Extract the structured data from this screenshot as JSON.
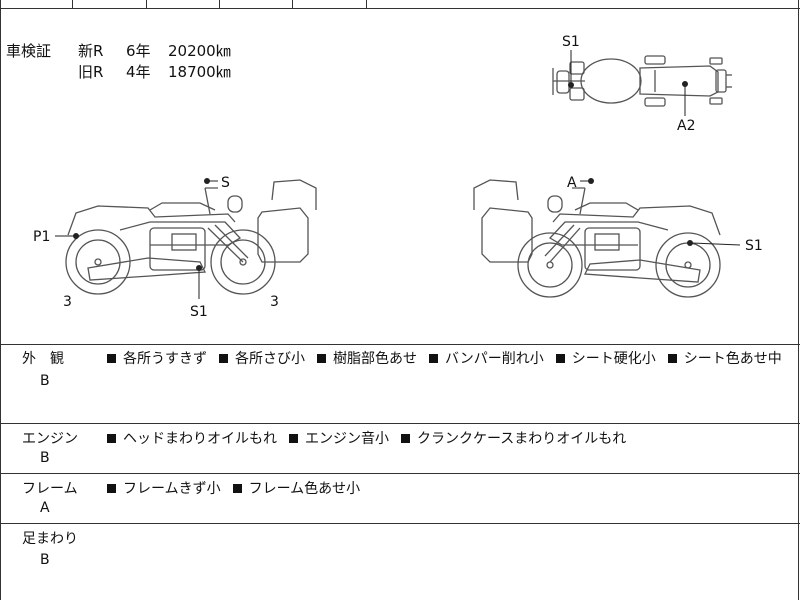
{
  "shaken": {
    "label": "車検証",
    "rows": [
      {
        "era": "新R",
        "years": "6年",
        "odo": "20200㎞"
      },
      {
        "era": "旧R",
        "years": "4年",
        "odo": "18700㎞"
      }
    ]
  },
  "markers": {
    "top_s1": "S1",
    "top_a2": "A2",
    "left_s": "S",
    "left_p1": "P1",
    "left_3a": "3",
    "left_s1": "S1",
    "left_3b": "3",
    "right_a": "A",
    "right_s1": "S1"
  },
  "sections": [
    {
      "name": "外　観",
      "grade": "B",
      "items": [
        "各所うすきず",
        "各所さび小",
        "樹脂部色あせ",
        "バンパー削れ小",
        "シート硬化小",
        "シート色あせ中"
      ]
    },
    {
      "name": "エンジン",
      "grade": "B",
      "items": [
        "ヘッドまわりオイルもれ",
        "エンジン音小",
        "クランクケースまわりオイルもれ"
      ]
    },
    {
      "name": "フレーム",
      "grade": "A",
      "items": [
        "フレームきず小",
        "フレーム色あせ小"
      ]
    },
    {
      "name": "足まわり",
      "grade": "B",
      "items": []
    }
  ]
}
